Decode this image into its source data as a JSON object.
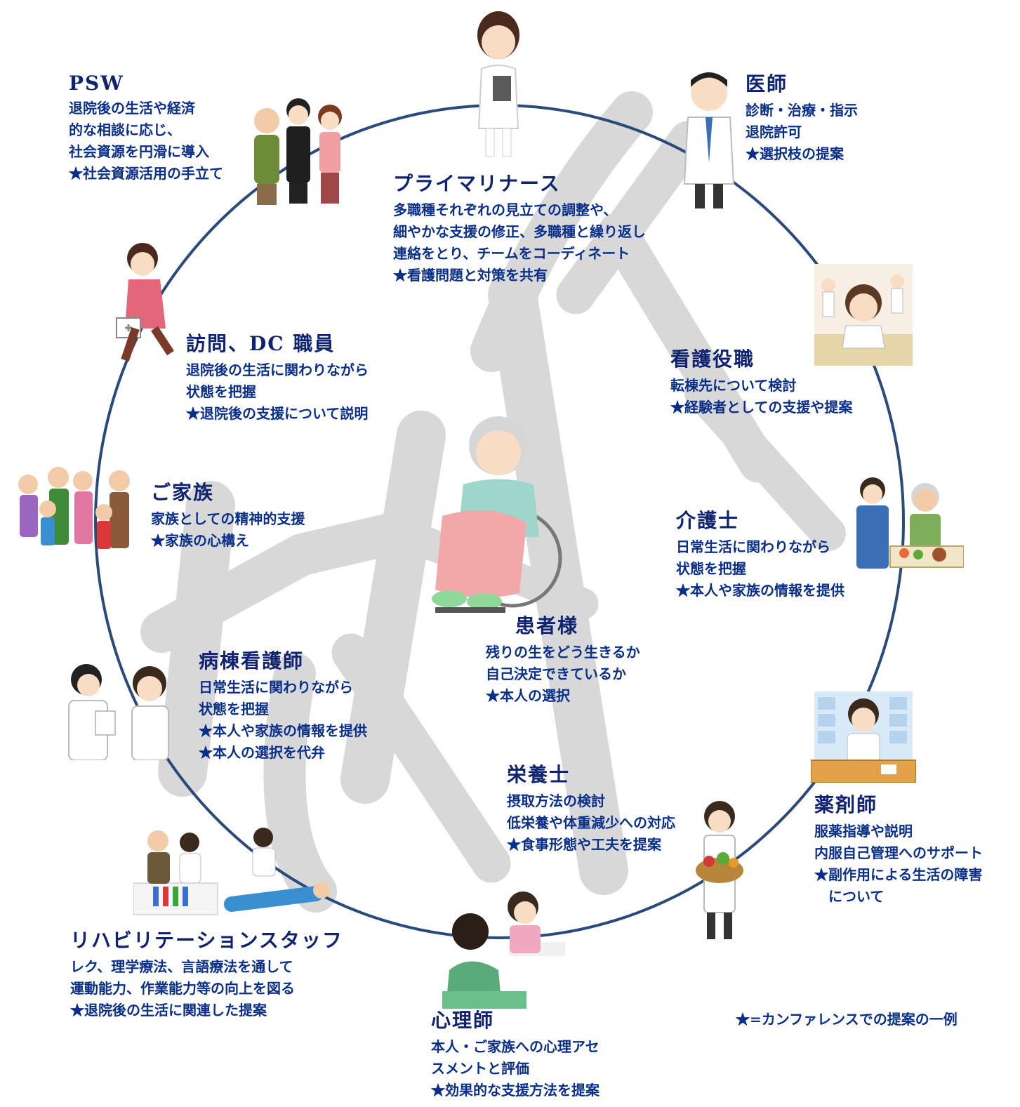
{
  "roles": {
    "primary_nurse": {
      "title": "プライマリナース",
      "lines": [
        "多職種それぞれの見立ての調整や、",
        "細やかな支援の修正、多職種と繰り返し",
        "連絡をとり、チームをコーディネート",
        "★看護問題と対策を共有"
      ]
    },
    "doctor": {
      "title": "医師",
      "lines": [
        "診断・治療・指示",
        "退院許可",
        "★選択枝の提案"
      ]
    },
    "psw": {
      "title": "PSW",
      "lines": [
        "退院後の生活や経済",
        "的な相談に応じ、",
        "社会資源を円滑に導入",
        "★社会資源活用の手立て"
      ]
    },
    "visit_dc": {
      "title": "訪問、DC 職員",
      "lines": [
        "退院後の生活に関わりながら",
        "状態を把握",
        "★退院後の支援について説明"
      ]
    },
    "nursing_manager": {
      "title": "看護役職",
      "lines": [
        "転棟先について検討",
        "★経験者としての支援や提案"
      ]
    },
    "family": {
      "title": "ご家族",
      "lines": [
        "家族としての精神的支援",
        "★家族の心構え"
      ]
    },
    "care_worker": {
      "title": "介護士",
      "lines": [
        "日常生活に関わりながら",
        "状態を把握",
        "★本人や家族の情報を提供"
      ]
    },
    "patient": {
      "title": "患者様",
      "lines": [
        "残りの生をどう生きるか",
        "自己決定できているか",
        "★本人の選択"
      ]
    },
    "ward_nurse": {
      "title": "病棟看護師",
      "lines": [
        "日常生活に関わりながら",
        "状態を把握",
        "★本人や家族の情報を提供",
        "★本人の選択を代弁"
      ]
    },
    "nutritionist": {
      "title": "栄養士",
      "lines": [
        "摂取方法の検討",
        "低栄養や体重減少への対応",
        "★食事形態や工夫を提案"
      ]
    },
    "pharmacist": {
      "title": "薬剤師",
      "lines": [
        "服薬指導や説明",
        "内服自己管理へのサポート",
        "★副作用による生活の障害",
        "　について"
      ]
    },
    "rehab": {
      "title": "リハビリテーションスタッフ",
      "lines": [
        "レク、理学療法、言語療法を通して",
        "運動能力、作業能力等の向上を図る",
        "★退院後の生活に関連した提案"
      ]
    },
    "psychologist": {
      "title": "心理師",
      "lines": [
        "本人・ご家族への心理アセ",
        "スメントと評価",
        "★効果的な支援方法を提案"
      ]
    }
  },
  "legend": "★=カンファレンスでの提案の一例",
  "colors": {
    "ring": "#2b4a7c",
    "title_text": "#0f2370",
    "body_text": "#0a2f8a",
    "watermark": "#d6d6d6"
  }
}
